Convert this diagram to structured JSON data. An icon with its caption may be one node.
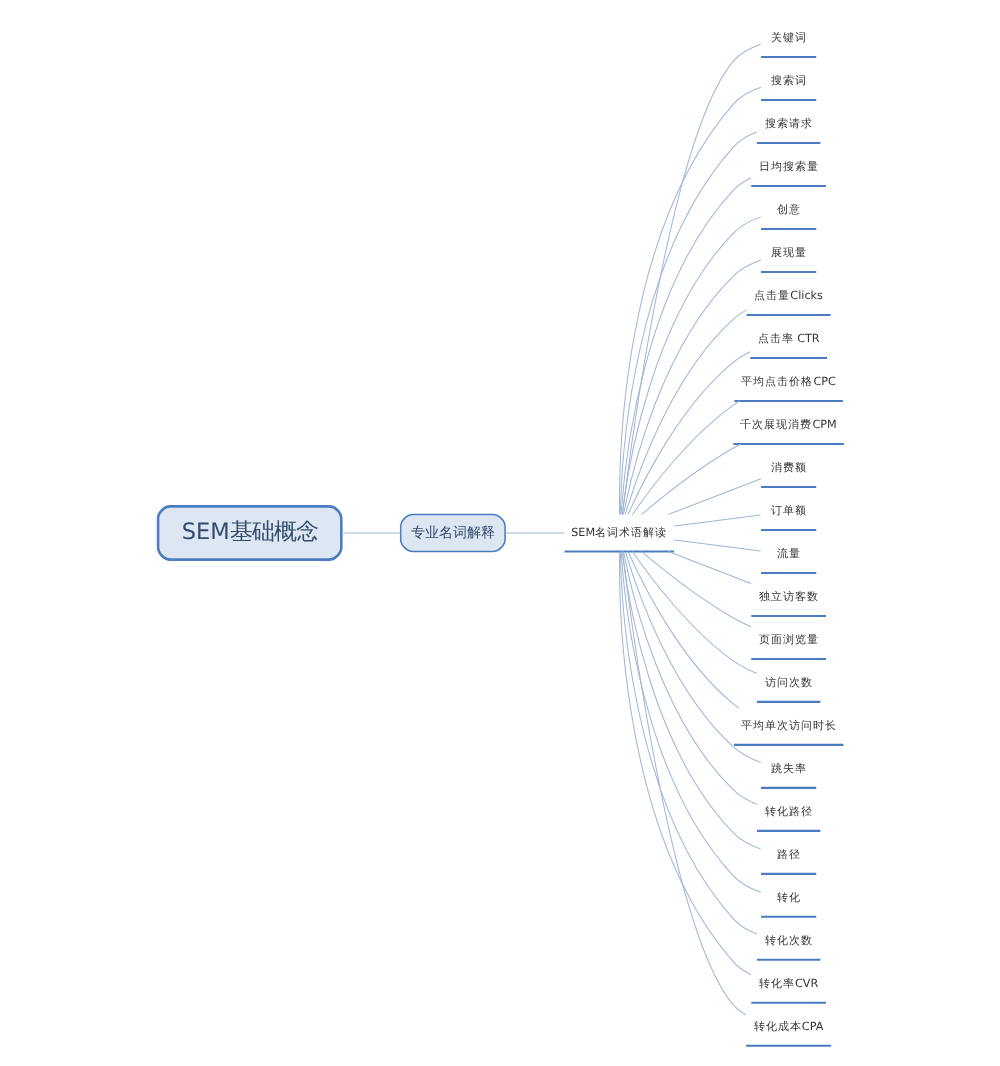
{
  "diagram": {
    "nodes": [
      {
        "text": [
          "SEM基础概念"
        ]
      },
      {
        "text": [
          "专业名词解释"
        ]
      },
      {
        "text": [
          "SEM名词术语解读"
        ]
      },
      {
        "text": [
          "关键词"
        ]
      },
      {
        "text": [
          "搜索词"
        ]
      },
      {
        "text": [
          "搜索请求"
        ]
      },
      {
        "text": [
          "日均搜索量"
        ]
      },
      {
        "text": [
          "创意"
        ]
      },
      {
        "text": [
          "展现量"
        ]
      },
      {
        "text": [
          "点击量Clicks"
        ]
      },
      {
        "text": [
          "点击率 CTR"
        ]
      },
      {
        "text": [
          "平均点击价格CPC"
        ]
      },
      {
        "text": [
          "千次展现消费CPM"
        ]
      },
      {
        "text": [
          "消费额"
        ]
      },
      {
        "text": [
          "订单额"
        ]
      },
      {
        "text": [
          "流量"
        ]
      },
      {
        "text": [
          "独立访客数"
        ]
      },
      {
        "text": [
          "页面浏览量"
        ]
      },
      {
        "text": [
          "访问次数"
        ]
      },
      {
        "text": [
          "平均单次访问时长"
        ]
      },
      {
        "text": [
          "跳失率"
        ]
      },
      {
        "text": [
          "转化路径"
        ]
      },
      {
        "text": [
          "路径"
        ]
      },
      {
        "text": [
          "转化"
        ]
      },
      {
        "text": [
          "转化次数"
        ]
      },
      {
        "text": [
          "转化率CVR"
        ]
      },
      {
        "text": [
          "转化成本CPA"
        ]
      }
    ],
    "edges": [
      {
        "from": 0,
        "to": 1,
        "arrow": "none"
      },
      {
        "from": 1,
        "to": 2,
        "arrow": "none"
      },
      {
        "from": 2,
        "to": 3,
        "arrow": "none"
      },
      {
        "from": 2,
        "to": 4,
        "arrow": "none"
      },
      {
        "from": 2,
        "to": 5,
        "arrow": "none"
      },
      {
        "from": 2,
        "to": 6,
        "arrow": "none"
      },
      {
        "from": 2,
        "to": 7,
        "arrow": "none"
      },
      {
        "from": 2,
        "to": 8,
        "arrow": "none"
      },
      {
        "from": 2,
        "to": 9,
        "arrow": "none"
      },
      {
        "from": 2,
        "to": 10,
        "arrow": "none"
      },
      {
        "from": 2,
        "to": 11,
        "arrow": "none"
      },
      {
        "from": 2,
        "to": 12,
        "arrow": "none"
      },
      {
        "from": 2,
        "to": 13,
        "arrow": "none"
      },
      {
        "from": 2,
        "to": 14,
        "arrow": "none"
      },
      {
        "from": 2,
        "to": 15,
        "arrow": "none"
      },
      {
        "from": 2,
        "to": 16,
        "arrow": "none"
      },
      {
        "from": 2,
        "to": 17,
        "arrow": "none"
      },
      {
        "from": 2,
        "to": 18,
        "arrow": "none"
      },
      {
        "from": 2,
        "to": 19,
        "arrow": "none"
      },
      {
        "from": 2,
        "to": 20,
        "arrow": "none"
      },
      {
        "from": 2,
        "to": 21,
        "arrow": "none"
      },
      {
        "from": 2,
        "to": 22,
        "arrow": "none"
      },
      {
        "from": 2,
        "to": 23,
        "arrow": "none"
      },
      {
        "from": 2,
        "to": 24,
        "arrow": "none"
      },
      {
        "from": 2,
        "to": 25,
        "arrow": "none"
      },
      {
        "from": 2,
        "to": 26,
        "arrow": "none"
      }
    ]
  }
}
